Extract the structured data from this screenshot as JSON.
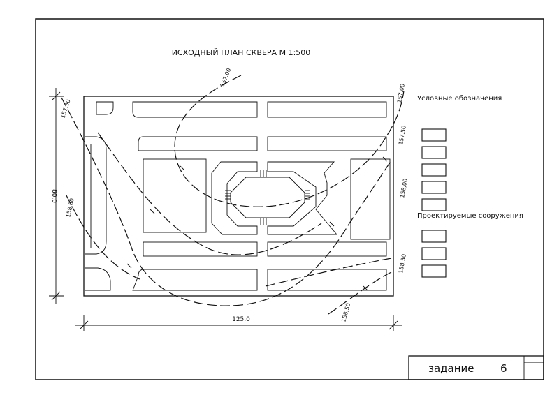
{
  "plan": {
    "title": "ИСХОДНЫЙ ПЛАН СКВЕРА М 1:500",
    "dim_width": "125,0",
    "dim_height": "80,0"
  },
  "contours": [
    {
      "label": "157,00"
    },
    {
      "label": "157,50"
    },
    {
      "label": "157,50"
    },
    {
      "label": "157,00"
    },
    {
      "label": "158,00"
    },
    {
      "label": "158,00"
    },
    {
      "label": "158,50"
    },
    {
      "label": "158,50"
    }
  ],
  "legend": {
    "conventional_title": "Условные обозначения",
    "conventional_count": 5,
    "designed_title": "Проектируемые сооружения",
    "designed_count": 3
  },
  "stamp": {
    "task_label": "задание",
    "task_number": "6"
  }
}
